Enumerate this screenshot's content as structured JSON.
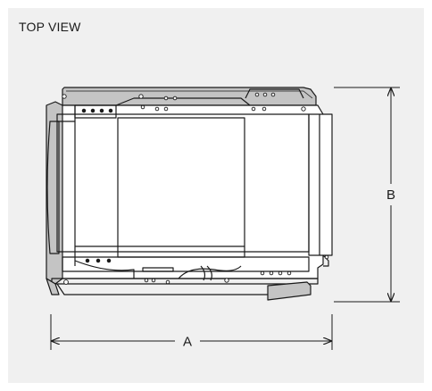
{
  "view_title": "TOP VIEW",
  "dimensions": {
    "width_label": "A",
    "depth_label": "B"
  },
  "colors": {
    "panel_background": "#f0f0f0",
    "outline": "#1a1a1a",
    "body_fill": "#ffffff",
    "shade_fill": "#c4c4c4"
  }
}
